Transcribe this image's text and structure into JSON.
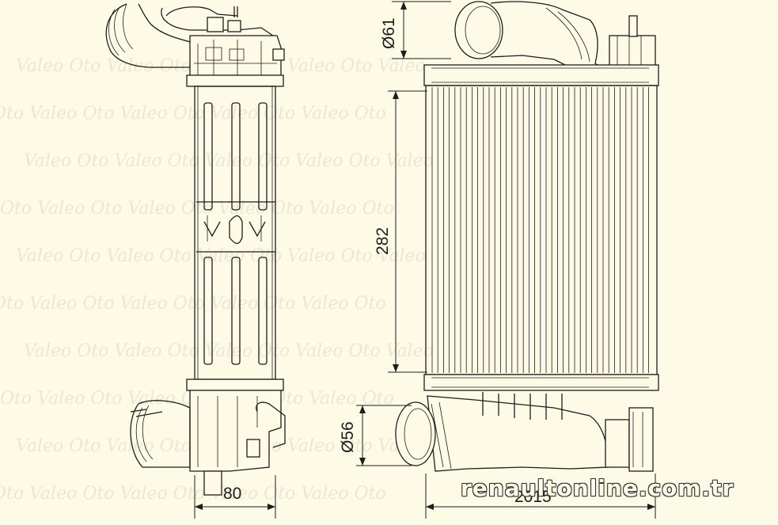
{
  "dimensions": {
    "outlet_diameter": "Ø61",
    "core_height": "282",
    "inlet_diameter": "Ø56",
    "thickness": "80",
    "width": "2015"
  },
  "watermark": "renaultonline.com.tr"
}
